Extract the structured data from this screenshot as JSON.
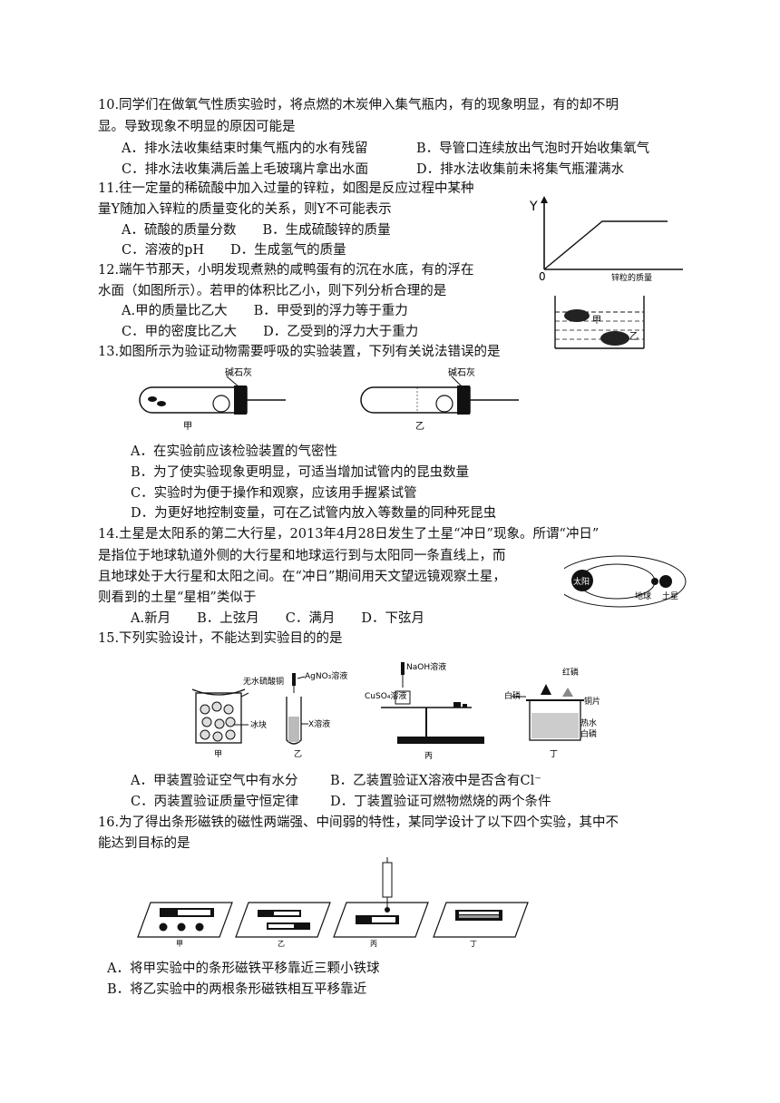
{
  "q10": {
    "stem1": "10.同学们在做氧气性质实验时，将点燃的木炭伸入集气瓶内，有的现象明显，有的却不明",
    "stem2": "显。导致现象不明显的原因可能是",
    "a": "A．排水法收集结束时集气瓶内的水有残留",
    "b": "B．导管口连续放出气泡时开始收集氧气",
    "c": "C．排水法收集满后盖上毛玻璃片拿出水面",
    "d": "D．排水法收集前未将集气瓶灌满水"
  },
  "q11": {
    "stem1": "11.往一定量的稀硫酸中加入过量的锌粒，如图是反应过程中某种",
    "stem2": "量Y随加入锌粒的质量变化的关系，则Y不可能表示",
    "ab": "A．硫酸的质量分数　　B．生成硫酸锌的质量",
    "cd": "C．溶液的pH　　D．生成氢气的质量",
    "fig": {
      "ylabel": "Y",
      "origin": "0",
      "xlabel": "锌粒的质量"
    }
  },
  "q12": {
    "stem1": "12.端午节那天，小明发现煮熟的咸鸭蛋有的沉在水底，有的浮在",
    "stem2": "水面（如图所示）。若甲的体积比乙小，则下列分析合理的是",
    "ab": "A.甲的质量比乙大　　B．甲受到的浮力等于重力",
    "cd": "C．甲的密度比乙大　　D．乙受到的浮力大于重力",
    "fig": {
      "jia": "甲",
      "yi": "乙"
    }
  },
  "q13": {
    "stem": "13.如图所示为验证动物需要呼吸的实验装置，下列有关说法错误的是",
    "a": "A．在实验前应该检验装置的气密性",
    "b": "B．为了使实验现象更明显，可适当增加试管内的昆虫数量",
    "c": "C．实验时为便于操作和观察，应该用手握紧试管",
    "d": "D．为更好地控制变量，可在乙试管内放入等数量的同种死昆虫",
    "fig": {
      "lime": "碱石灰",
      "jia": "甲",
      "yi": "乙"
    }
  },
  "q14": {
    "stem1": "14.土星是太阳系的第二大行星，2013年4月28日发生了土星“冲日”现象。所谓“冲日”",
    "stem2": "是指位于地球轨道外侧的大行星和地球运行到与太阳同一条直线上，而",
    "stem3": "且地球处于大行星和太阳之间。在“冲日”期间用天文望远镜观察土星，",
    "stem4": "则看到的土星“星相”类似于",
    "opts": "A.新月　　B．上弦月　　C．满月　　D．下弦月",
    "fig": {
      "sun": "太阳",
      "earth": "地球",
      "saturn": "土星"
    }
  },
  "q15": {
    "stem": "15.下列实验设计，不能达到实验目的的是",
    "a": "A．甲装置验证空气中有水分",
    "b": "B．乙装置验证X溶液中是否含有Cl⁻",
    "c": "C．丙装置验证质量守恒定律",
    "d": "D．丁装置验证可燃物燃烧的两个条件",
    "fig": {
      "cuso4": "无水硫酸铜",
      "ice": "冰块",
      "agno3": "AgNO₃溶液",
      "xsol": "X溶液",
      "naoh": "NaOH溶液",
      "cuso4sol": "CuSO₄溶液",
      "redp": "红磷",
      "whitep": "白磷",
      "cu": "铜片",
      "hotwater": "热水",
      "jia": "甲",
      "yi": "乙",
      "bing": "丙",
      "ding": "丁"
    }
  },
  "q16": {
    "stem1": "16.为了得出条形磁铁的磁性两端强、中间弱的特性，某同学设计了以下四个实验，其中不",
    "stem2": "能达到目标的是",
    "a": "A．将甲实验中的条形磁铁平移靠近三颗小铁球",
    "b": "B．将乙实验中的两根条形磁铁相互平移靠近",
    "fig": {
      "jia": "甲",
      "yi": "乙",
      "bing": "丙",
      "ding": "丁"
    }
  }
}
